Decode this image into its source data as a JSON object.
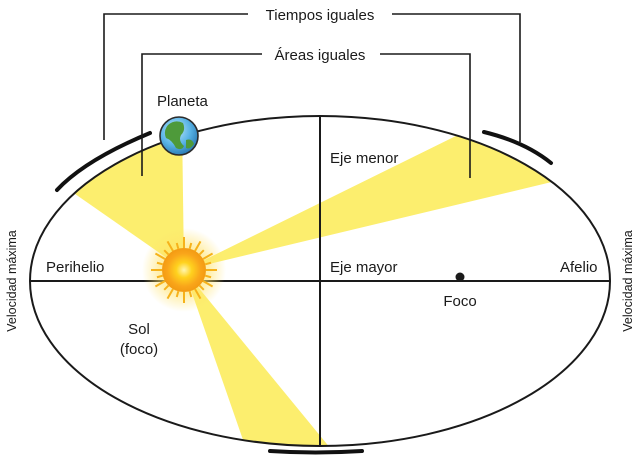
{
  "diagram": {
    "labels": {
      "equal_times": "Tiempos iguales",
      "equal_areas": "Áreas iguales",
      "planet": "Planeta",
      "minor_axis": "Eje menor",
      "perihelion": "Perihelio",
      "major_axis": "Eje mayor",
      "aphelion": "Afelio",
      "focus": "Foco",
      "sun_line1": "Sol",
      "sun_line2": "(foco)",
      "max_speed_left": "Velocidad máxima",
      "max_speed_right": "Velocidad máxima"
    },
    "colors": {
      "area_fill": "#fcee6e",
      "line": "#1a1a1a",
      "sun_core": "#f9a51a",
      "sun_glow": "#ffd200",
      "planet_ocean": "#5ab4e6",
      "planet_land": "#4e9a3a"
    }
  }
}
